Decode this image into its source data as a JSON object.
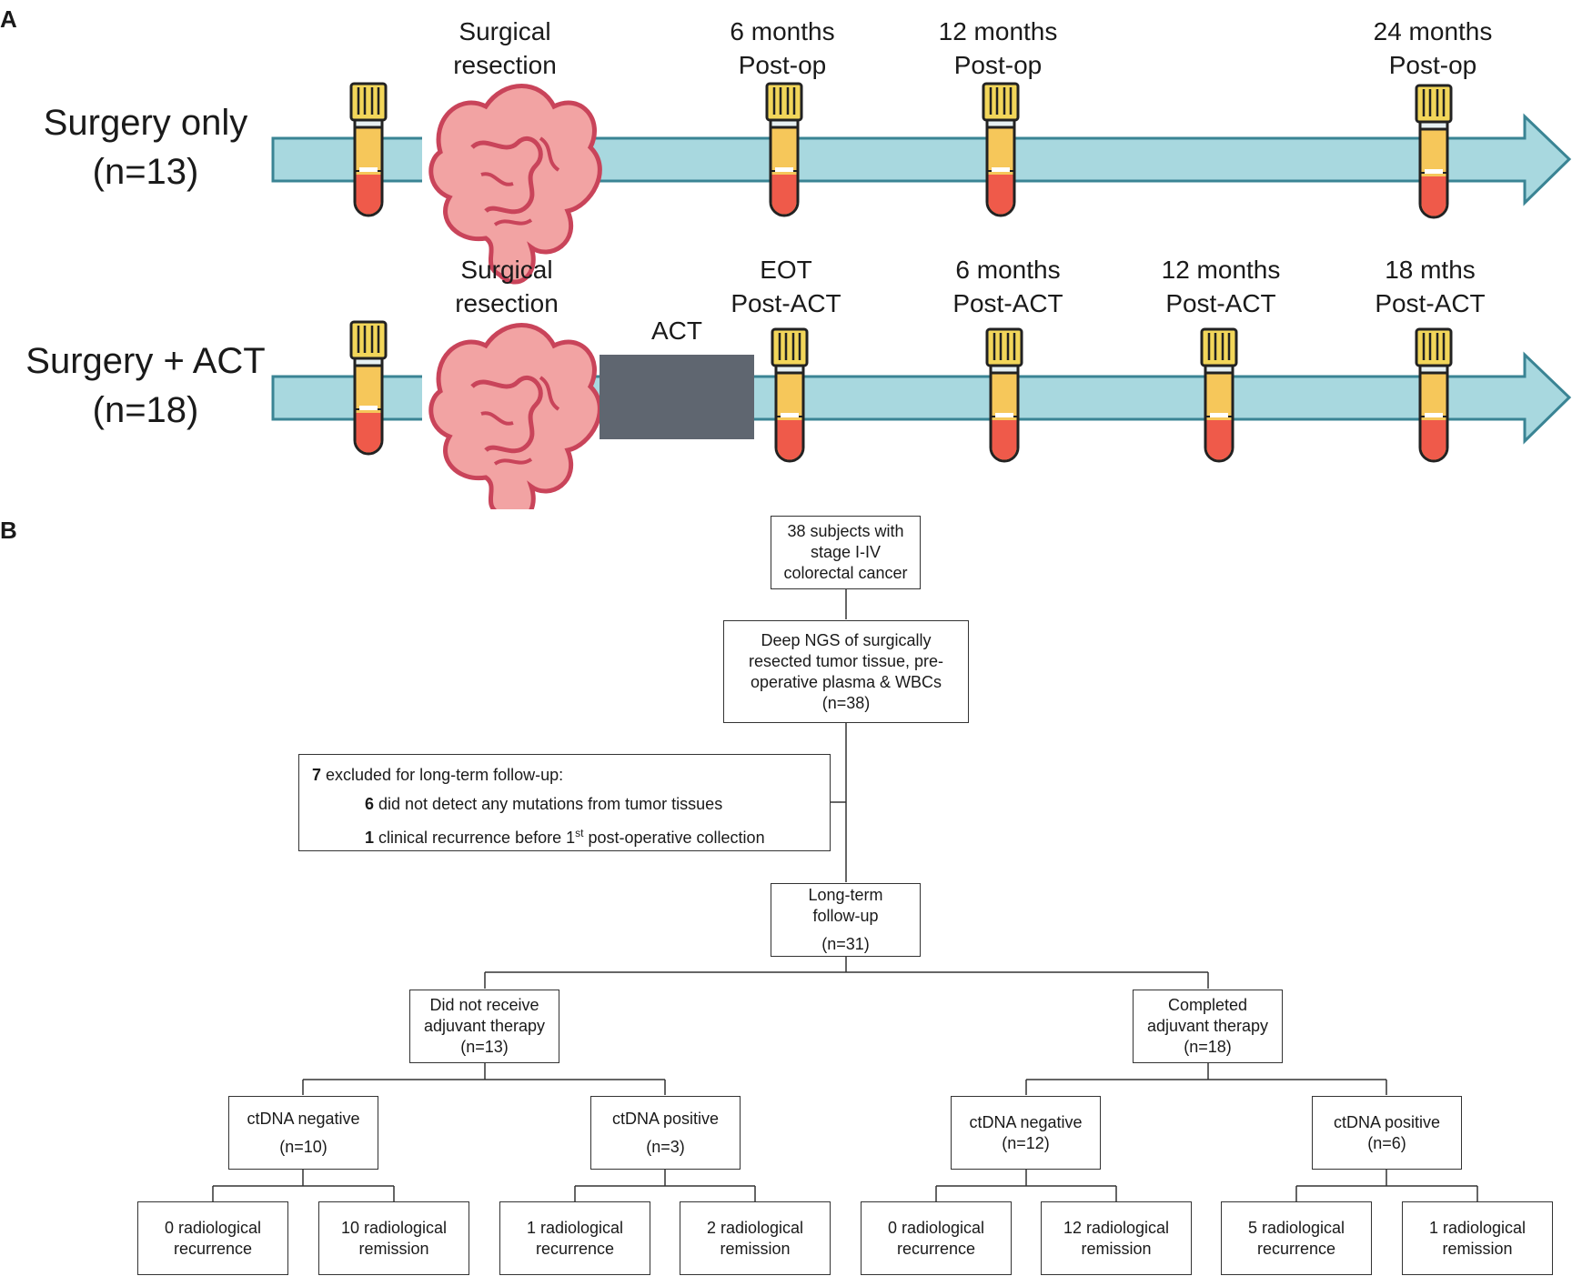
{
  "panel_a": {
    "label": "A",
    "arms": [
      {
        "name": "Surgery only",
        "n": "(n=13)",
        "timepoints": [
          {
            "line1": "Surgical",
            "line2": "resection"
          },
          {
            "line1": "6 months",
            "line2": "Post-op"
          },
          {
            "line1": "12 months",
            "line2": "Post-op"
          },
          {
            "line1": "24 months",
            "line2": "Post-op"
          }
        ]
      },
      {
        "name": "Surgery + ACT",
        "n": "(n=18)",
        "act_label": "ACT",
        "timepoints": [
          {
            "line1": "Surgical",
            "line2": "resection"
          },
          {
            "line1": "EOT",
            "line2": "Post-ACT"
          },
          {
            "line1": "6 months",
            "line2": "Post-ACT"
          },
          {
            "line1": "12 months",
            "line2": "Post-ACT"
          },
          {
            "line1": "18 mths",
            "line2": "Post-ACT"
          }
        ]
      }
    ],
    "icons": [
      "blood-tube-icon",
      "colon-icon",
      "timeline-arrow"
    ],
    "colors": {
      "arrow_fill": "#a8d8df",
      "arrow_stroke": "#3a8494",
      "act_box": "#5f6670",
      "tube_cap": "#f2d65a",
      "tube_body": "#f6c75a",
      "tube_blood": "#ef5a4a",
      "colon": "#f2a3a3"
    }
  },
  "panel_b": {
    "label": "B",
    "start": {
      "lines": [
        "38 subjects with",
        "stage I-IV",
        "colorectal cancer"
      ]
    },
    "ngs": {
      "lines": [
        "Deep NGS of surgically",
        "resected tumor tissue, pre-",
        "operative plasma & WBCs",
        "(n=38)"
      ]
    },
    "excluded": {
      "count": "7",
      "text": " excluded for long-term follow-up:",
      "items": [
        {
          "count": "6",
          "text": " did not detect any mutations from tumor tissues"
        },
        {
          "count": "1",
          "text_before": " clinical recurrence before 1",
          "sup": "st",
          "text_after": " post-operative collection"
        }
      ]
    },
    "followup": {
      "lines": [
        "Long-term",
        "follow-up",
        "(n=31)"
      ]
    },
    "no_act": {
      "lines": [
        "Did not receive",
        "adjuvant therapy",
        "(n=13)"
      ]
    },
    "act": {
      "lines": [
        "Completed",
        "adjuvant therapy",
        "(n=18)"
      ]
    },
    "ctdna": [
      {
        "lines": [
          "ctDNA negative",
          "(n=10)"
        ]
      },
      {
        "lines": [
          "ctDNA positive",
          "(n=3)"
        ]
      },
      {
        "lines": [
          "ctDNA negative",
          "(n=12)"
        ]
      },
      {
        "lines": [
          "ctDNA positive",
          "(n=6)"
        ]
      }
    ],
    "outcomes": [
      {
        "lines": [
          "0 radiological",
          "recurrence"
        ]
      },
      {
        "lines": [
          "10 radiological",
          "remission"
        ]
      },
      {
        "lines": [
          "1 radiological",
          "recurrence"
        ]
      },
      {
        "lines": [
          "2 radiological",
          "remission"
        ]
      },
      {
        "lines": [
          "0 radiological",
          "recurrence"
        ]
      },
      {
        "lines": [
          "12 radiological",
          "remission"
        ]
      },
      {
        "lines": [
          "5 radiological",
          "recurrence"
        ]
      },
      {
        "lines": [
          "1 radiological",
          "remission"
        ]
      }
    ]
  }
}
